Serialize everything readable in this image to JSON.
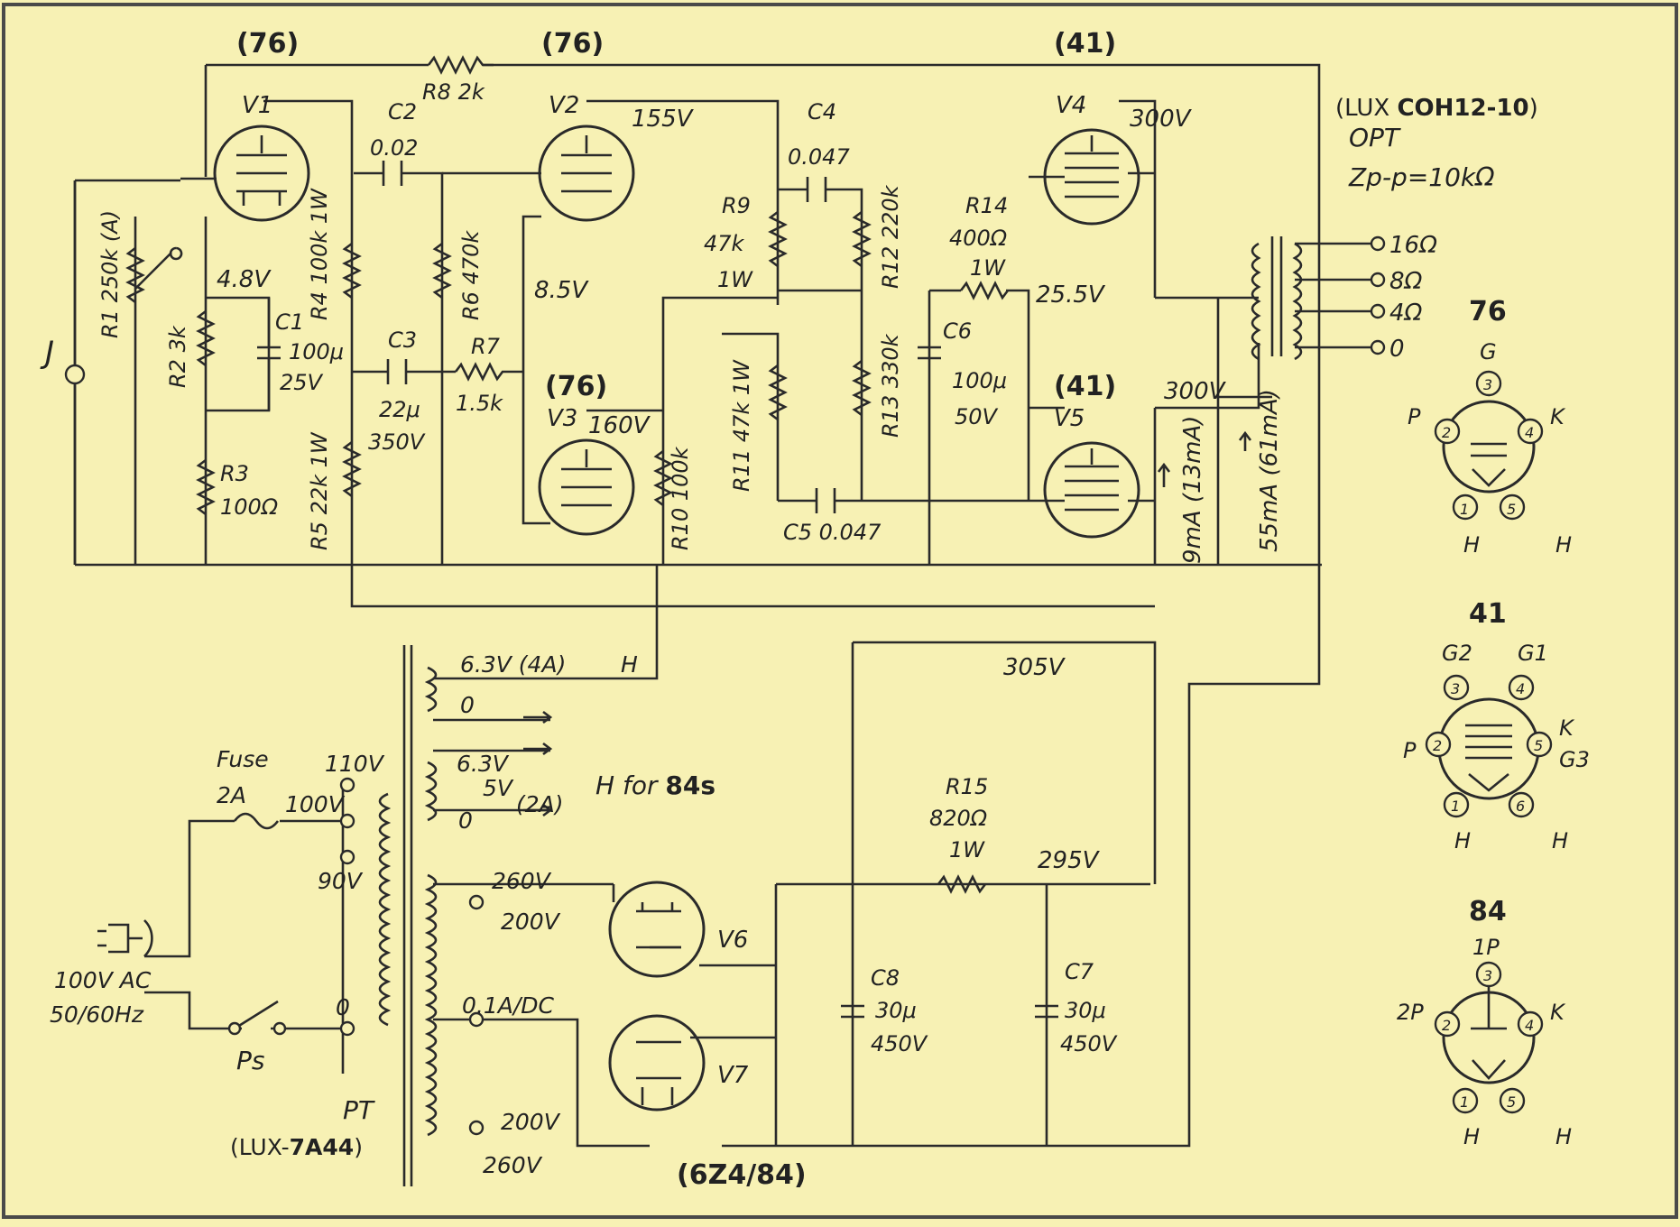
{
  "header": {
    "v1_type": "(76)",
    "v2_type": "(76)",
    "v3_type": "(76)",
    "v4_type": "(41)",
    "v5_type": "(41)"
  },
  "tubes": {
    "v1": "V1",
    "v2": "V2",
    "v3": "V3",
    "v4": "V4",
    "v5": "V5",
    "v6": "V6",
    "v7": "V7",
    "rectifier_type": "(6Z4/84)"
  },
  "components": {
    "j": "J",
    "r1": "R1 250k (A)",
    "r2": "R2 3k",
    "r3": "R3",
    "r3_val": "100Ω",
    "r4": "R4 100k 1W",
    "r5": "R5 22k 1W",
    "r6": "R6 470k",
    "r7": "R7",
    "r7_val": "1.5k",
    "r8": "R8 2k",
    "r9": "R9",
    "r9_val1": "47k",
    "r9_val2": "1W",
    "r10": "R10 100k",
    "r11": "R11 47k 1W",
    "r12": "R12 220k",
    "r13": "R13 330k",
    "r14": "R14",
    "r14_val1": "400Ω",
    "r14_val2": "1W",
    "r15": "R15",
    "r15_val1": "820Ω",
    "r15_val2": "1W",
    "c1": "C1",
    "c1_val1": "100μ",
    "c1_val2": "25V",
    "c2": "C2",
    "c2_val": "0.02",
    "c3": "C3",
    "c3_val1": "22μ",
    "c3_val2": "350V",
    "c4": "C4",
    "c4_val": "0.047",
    "c5": "C5 0.047",
    "c6": "C6",
    "c6_val1": "100μ",
    "c6_val2": "50V",
    "c7": "C7",
    "c7_val1": "30μ",
    "c7_val2": "450V",
    "c8": "C8",
    "c8_val1": "30μ",
    "c8_val2": "450V"
  },
  "voltages": {
    "v_155": "155V",
    "v_300a": "300V",
    "v_300b": "300V",
    "v_4_8": "4.8V",
    "v_8_5": "8.5V",
    "v_160": "160V",
    "v_25_5": "25.5V",
    "v_305": "305V",
    "v_295": "295V",
    "i_9": "9mA (13mA)",
    "i_55": "55mA (61mA)"
  },
  "opt": {
    "title_prefix": "(LUX ",
    "model": "COH12-10",
    "suffix": ")",
    "label": "OPT",
    "impedance": "Zp-p=10kΩ",
    "taps": [
      "16Ω",
      "8Ω",
      "4Ω",
      "0"
    ]
  },
  "pt": {
    "label": "PT",
    "model_prefix": "(LUX-",
    "model": "7A44",
    "suffix": ")",
    "heater1": "6.3V (4A)",
    "heater1_zero": "0",
    "h_tag": "H",
    "heater2_a": "6.3V",
    "heater2_b": "5V",
    "heater2_c": "0",
    "heater2_current": "(2A)",
    "h_for": "H for ",
    "h_for_tube": "84",
    "h_for_suffix": "s",
    "hv_top1": "260V",
    "hv_top2": "200V",
    "hv_current": "0.1A/DC",
    "hv_bot1": "200V",
    "hv_bot2": "260V",
    "pri_110": "110V",
    "pri_100": "100V",
    "pri_90": "90V",
    "pri_0": "0",
    "fuse": "Fuse",
    "fuse_val": "2A",
    "ac_line1": "100V AC",
    "ac_line2": "50/60Hz",
    "switch": "Ps"
  },
  "basing": {
    "b76": {
      "title": "76",
      "g": "G",
      "p": "P",
      "k": "K",
      "h1": "H",
      "h2": "H",
      "pins": [
        "1",
        "2",
        "3",
        "4",
        "5"
      ]
    },
    "b41": {
      "title": "41",
      "g2": "G2",
      "g1": "G1",
      "p": "P",
      "k": "K",
      "g3": "G3",
      "h1": "H",
      "h2": "H",
      "pins": [
        "1",
        "2",
        "3",
        "4",
        "5",
        "6"
      ]
    },
    "b84": {
      "title": "84",
      "p1": "1P",
      "p2": "2P",
      "k": "K",
      "h1": "H",
      "h2": "H",
      "pins": [
        "1",
        "2",
        "3",
        "4",
        "5"
      ]
    }
  },
  "colors": {
    "background": "#f7f1b4",
    "ink": "#2a2a2a",
    "frame": "#4a4a4a"
  }
}
